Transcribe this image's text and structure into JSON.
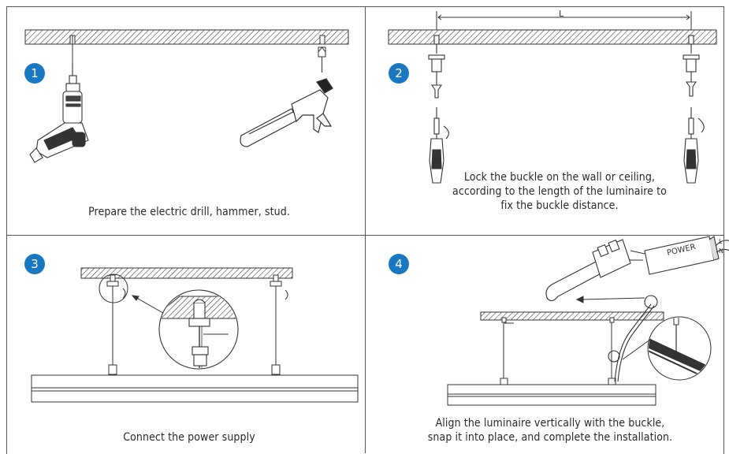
{
  "steps": [
    {
      "number": "1",
      "caption": "Prepare the electric drill, hammer, stud."
    },
    {
      "number": "2",
      "caption_lines": [
        "Lock the buckle on the wall or ceiling,",
        "according to the length of the luminaire to",
        "fix the buckle distance."
      ]
    },
    {
      "number": "3",
      "caption": "Connect the power supply"
    },
    {
      "number": "4",
      "caption_lines": [
        "Align the luminaire vertically with the buckle,",
        "snap it into place, and complete the installation."
      ]
    }
  ],
  "labels": {
    "distance": "L",
    "power": "POWER",
    "wire_l": "L",
    "wire_n": "N"
  },
  "colors": {
    "badge": "#1a78c2",
    "line": "#333333"
  }
}
